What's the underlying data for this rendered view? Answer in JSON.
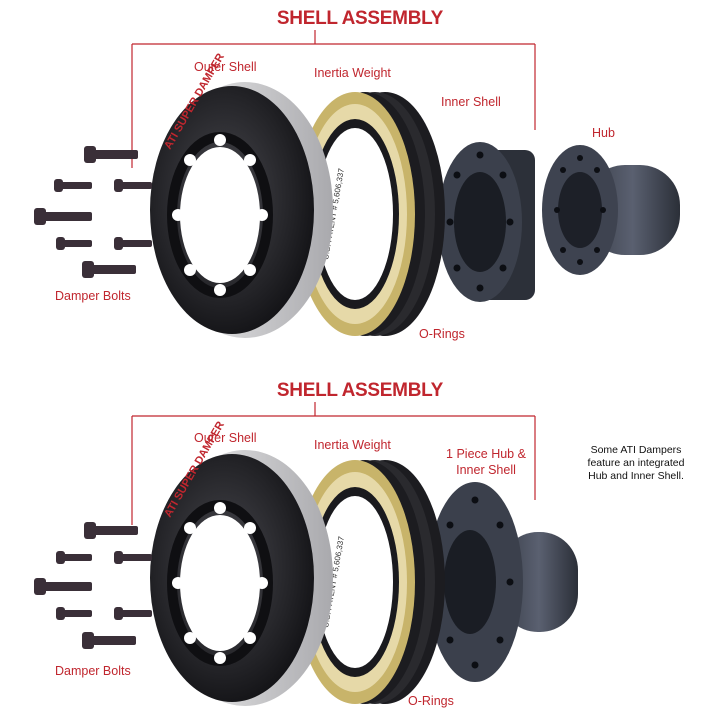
{
  "top": {
    "title": "SHELL ASSEMBLY",
    "labels": {
      "outer_shell": "Outer Shell",
      "inertia_weight": "Inertia Weight",
      "inner_shell": "Inner Shell",
      "hub": "Hub",
      "damper_bolts": "Damper Bolts",
      "o_rings": "O-Rings"
    }
  },
  "bottom": {
    "title": "SHELL ASSEMBLY",
    "labels": {
      "outer_shell": "Outer Shell",
      "inertia_weight": "Inertia Weight",
      "hub_inner_shell_line1": "1 Piece Hub &",
      "hub_inner_shell_line2": "Inner Shell",
      "damper_bolts": "Damper Bolts",
      "o_rings": "O-Rings"
    },
    "note": "Some ATI Dampers\nfeature an integrated\nHub and Inner Shell."
  },
  "damper_print": {
    "brand": "ATI SUPER DAMPER",
    "patent": "U.S. PATENT # 5,606,337"
  },
  "colors": {
    "accent_red": "#c0262e",
    "shell_dark": "#2a2a2e",
    "shell_silver": "#d9d9d9",
    "ring_gold": "#c8b46a",
    "bolt": "#3a2f38"
  }
}
